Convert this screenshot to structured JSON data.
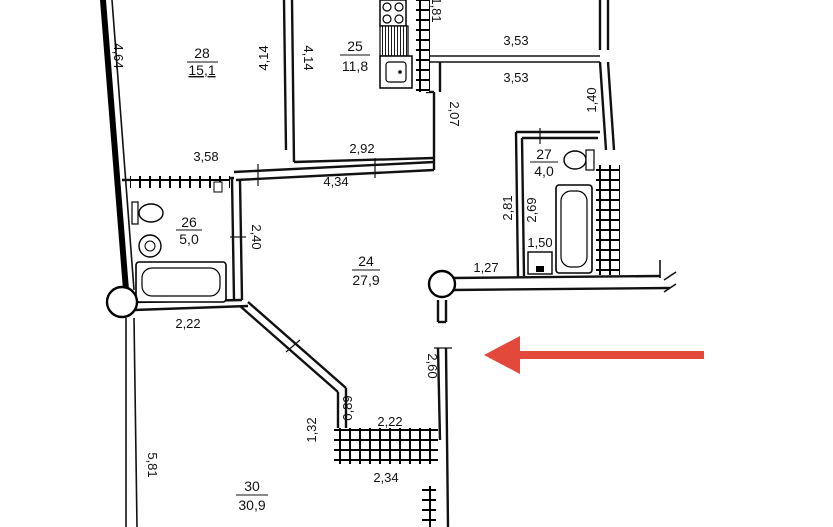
{
  "rooms": [
    {
      "id": "28",
      "number": "28",
      "area": "15,1"
    },
    {
      "id": "25",
      "number": "25",
      "area": "11,8"
    },
    {
      "id": "27",
      "number": "27",
      "area": "4,0"
    },
    {
      "id": "26",
      "number": "26",
      "area": "5,0"
    },
    {
      "id": "24",
      "number": "24",
      "area": "27,9"
    },
    {
      "id": "30",
      "number": "30",
      "area": "30,9"
    }
  ],
  "dimensions": {
    "d_4_64": "4,64",
    "d_4_14a": "4,14",
    "d_4_14b": "4,14",
    "d_1_81": "1,81",
    "d_3_53a": "3,53",
    "d_3_53b": "3,53",
    "d_1_40": "1,40",
    "d_2_07": "2,07",
    "d_3_58": "3,58",
    "d_2_92": "2,92",
    "d_4_34": "4,34",
    "d_2_81": "2,81",
    "d_2_69": "2,69",
    "d_1_50": "1,50",
    "d_1_27": "1,27",
    "d_2_40": "2,40",
    "d_2_22a": "2,22",
    "d_2_60": "2,60",
    "d_0_89": "0,89",
    "d_2_22b": "2,22",
    "d_1_32": "1,32",
    "d_2_34": "2,34",
    "d_5_81": "5,81"
  },
  "annotation": {
    "arrow_color": "#e2493b"
  }
}
